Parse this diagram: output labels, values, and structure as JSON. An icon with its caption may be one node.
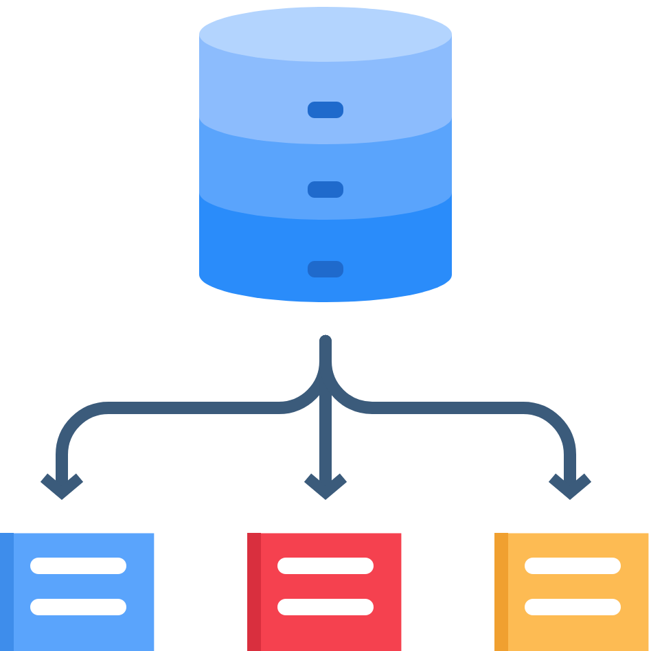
{
  "diagram": {
    "nodes": [
      {
        "text": [],
        "shape": "cylinder"
      },
      {
        "text": [],
        "shape": "box"
      },
      {
        "text": [],
        "shape": "box"
      },
      {
        "text": [],
        "shape": "box"
      }
    ],
    "edges": [
      {
        "from": 0,
        "to": 1,
        "arrow": "to"
      },
      {
        "from": 0,
        "to": 2,
        "arrow": "to"
      },
      {
        "from": 0,
        "to": 3,
        "arrow": "to"
      }
    ]
  }
}
